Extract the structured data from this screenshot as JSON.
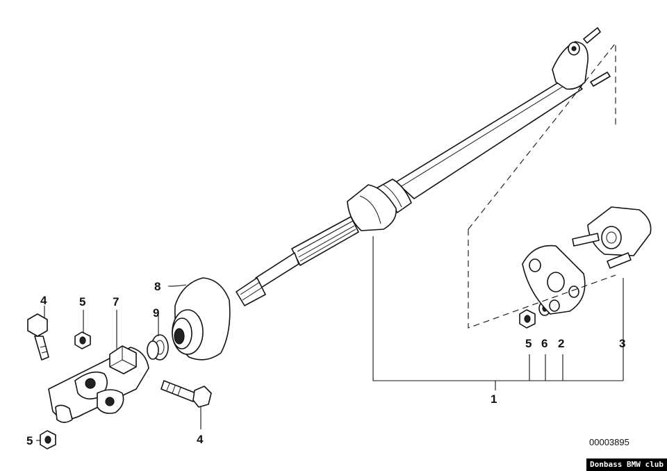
{
  "callouts": {
    "c1": "1",
    "c2": "2",
    "c3": "3",
    "c4a": "4",
    "c4b": "4",
    "c5a": "5",
    "c5b": "5",
    "c5c": "5",
    "c6": "6",
    "c7": "7",
    "c8": "8",
    "c9": "9"
  },
  "part_number": "00003895",
  "watermark": "Donbass BMW club",
  "colors": {
    "line": "#111111",
    "background": "#ffffff",
    "watermark_bg": "#000000"
  }
}
